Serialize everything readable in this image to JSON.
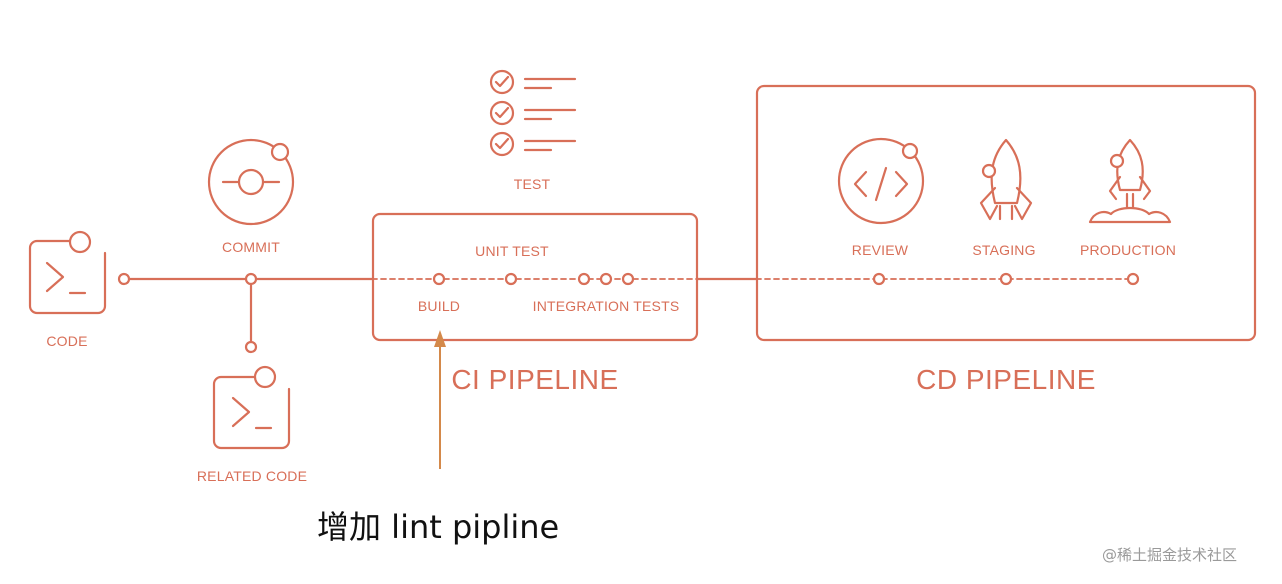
{
  "colors": {
    "accent": "#d86f58",
    "annotation_arrow": "#d4894a",
    "text": "#111111"
  },
  "nodes": {
    "code": "CODE",
    "commit": "COMMIT",
    "related_code": "RELATED CODE",
    "test": "TEST",
    "unit_test": "UNIT TEST",
    "build": "BUILD",
    "integration_tests": "INTEGRATION TESTS",
    "review": "REVIEW",
    "staging": "STAGING",
    "production": "PRODUCTION"
  },
  "groups": {
    "ci": "CI PIPELINE",
    "cd": "CD PIPELINE"
  },
  "icons": {
    "code": "terminal-icon",
    "related_code": "terminal-icon",
    "commit": "commit-icon",
    "test": "checklist-icon",
    "review": "code-brackets-icon",
    "staging": "rocket-icon",
    "production": "rocket-launch-icon"
  },
  "annotation": {
    "text": "增加 lint pipline"
  },
  "watermark": "@稀土掘金技术社区"
}
